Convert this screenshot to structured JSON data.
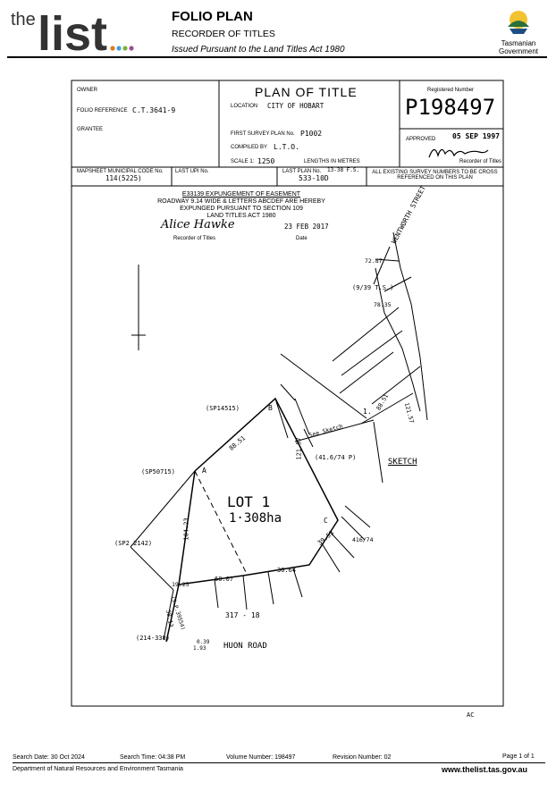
{
  "header": {
    "logo_text": "the list",
    "title": "FOLIO PLAN",
    "subtitle": "RECORDER OF TITLES",
    "issued": "Issued Pursuant to the Land Titles Act 1980",
    "gov_line1": "Tasmanian",
    "gov_line2": "Government"
  },
  "plan": {
    "owner_label": "OWNER",
    "folio_label": "FOLIO REFERENCE",
    "folio_value": "C.T.3641-9",
    "grantee_label": "GRANTEE",
    "plan_title": "PLAN OF TITLE",
    "location_label": "LOCATION",
    "location_value": "CITY OF HOBART",
    "first_survey_label": "FIRST SURVEY PLAN No.",
    "first_survey_value": "P1002",
    "compiled_label": "COMPILED BY",
    "compiled_value": "L.T.O.",
    "scale_label": "SCALE 1:",
    "scale_value": "1250",
    "lengths_label": "LENGTHS IN METRES",
    "registered_label": "Registered Number",
    "registered_value": "P198497",
    "approved_label": "APPROVED",
    "approved_date": "05 SEP 1997",
    "recorder_label": "Recorder of Titles",
    "mapsheet_label": "MAPSHEET MUNICIPAL CODE No.",
    "mapsheet_value": "114(5225)",
    "last_upi_label": "LAST UPI No.",
    "last_plan_label": "LAST PLAN No.",
    "last_plan_value": "533-10D",
    "last_plan_note": "13-38 F.S.",
    "cross_ref": "ALL EXISTING SURVEY NUMBERS TO BE CROSS REFERENCED ON THIS PLAN"
  },
  "expungement": {
    "line1": "E33139 EXPUNGEMENT OF EASEMENT",
    "line2": "ROADWAY 9.14 WIDE & LETTERS ABCDEF ARE HEREBY",
    "line3": "EXPUNGED PURSUANT TO SECTION 109",
    "line4": "LAND TITLES ACT 1980",
    "signature": "Alice Hawke",
    "recorder": "Recorder of Titles",
    "date_value": "23 FEB 2017",
    "date_label": "Date"
  },
  "drawing": {
    "lot_label": "LOT 1",
    "area": "1·308ha",
    "street": "WENTWORTH STREET",
    "road": "HUON ROAD",
    "sketch": "SKETCH",
    "see_sketch": "See Sketch",
    "labels": {
      "sp14515": "(SP14515)",
      "sp50715": "(SP50715)",
      "sp22142": "(SP2 2142)",
      "sp_214330": "(214-330)",
      "sp39554": "(S.P.39554)",
      "ref416_74_a": "(41.6/74 P)",
      "ref416_74_b": "416/74",
      "ref9_39": "(9/39 T.S.)",
      "b": "B",
      "a": "A",
      "c": "C",
      "one": "1."
    },
    "dims": {
      "d8851a": "88.51",
      "d12157a": "121.57",
      "d10423": "104.23",
      "d3953": "39.53",
      "d3664": "36.64",
      "d6007": "60.07",
      "d1925": "19.25",
      "d3813": "38.13",
      "d31718": "317 - 18",
      "d039": "0.39",
      "d193": "1.93",
      "d7287": "72.87",
      "d7835": "78.35",
      "d8851b": "88.51",
      "d12157b": "121.57"
    },
    "initials": "AC"
  },
  "footer": {
    "search_date": "Search Date: 30 Oct 2024",
    "search_time": "Search Time: 04:38 PM",
    "volume": "Volume Number: 198497",
    "revision": "Revision Number: 02",
    "page": "Page 1 of 1",
    "dept": "Department of Natural Resources and Environment Tasmania",
    "website": "www.thelist.tas.gov.au"
  }
}
